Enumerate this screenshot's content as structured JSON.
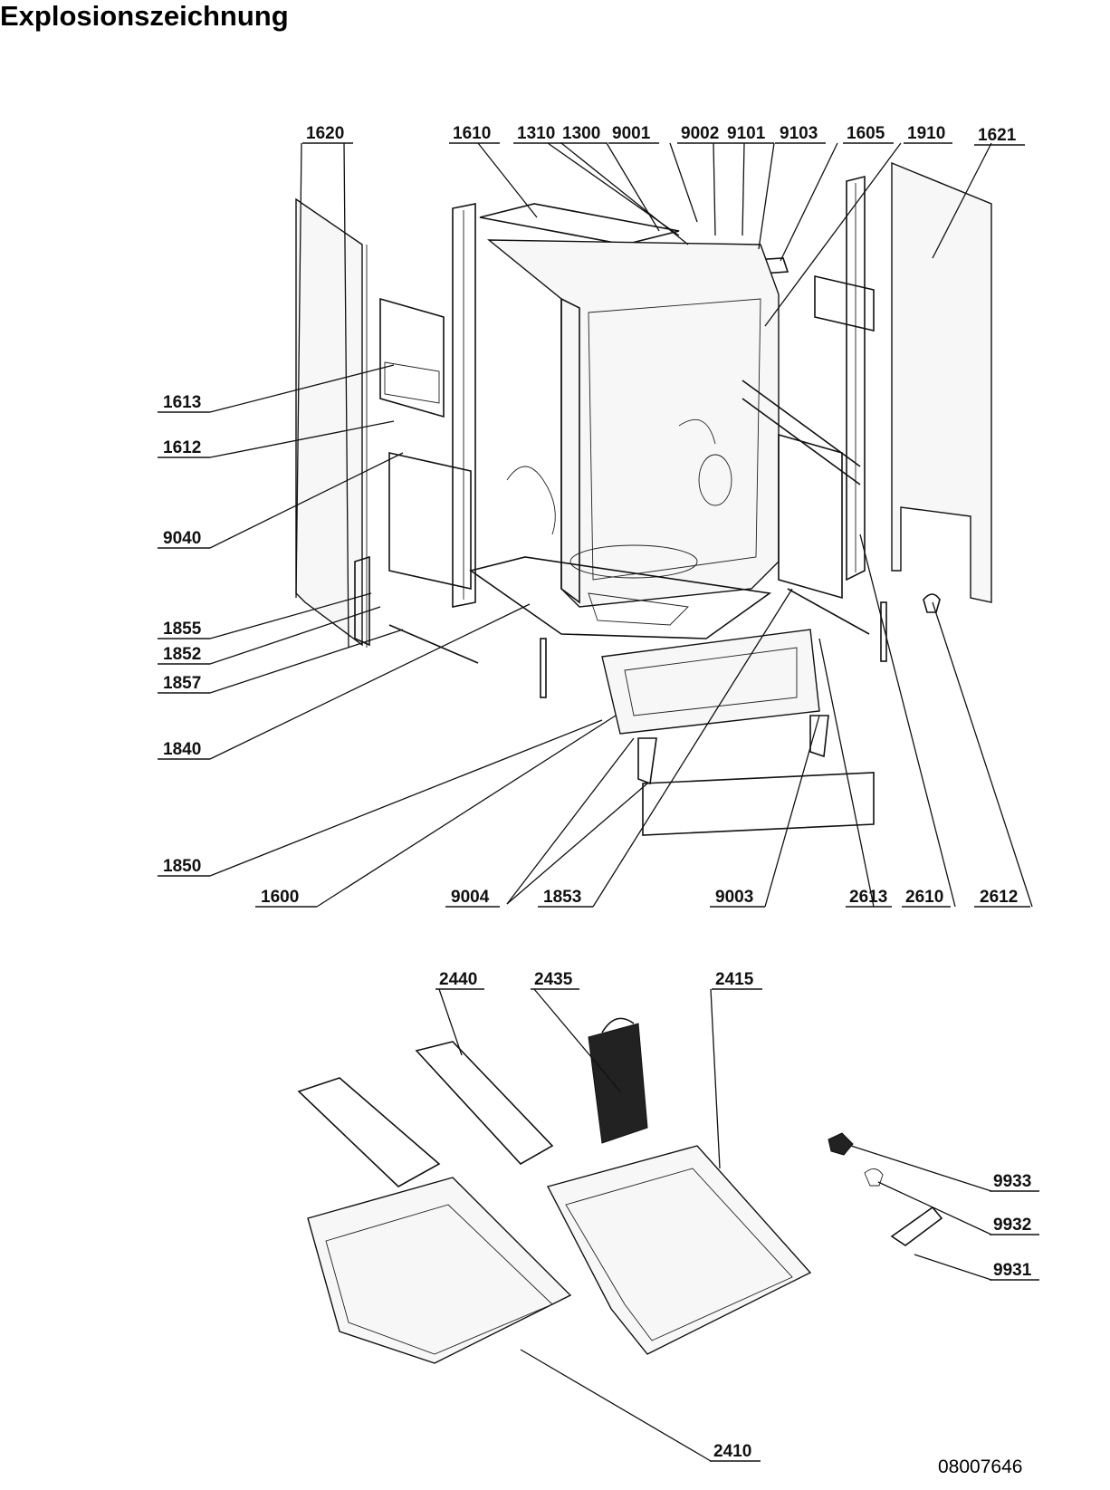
{
  "title": "Explosionszeichnung",
  "document_number": "08007646",
  "upper_assembly": {
    "callouts": [
      "1620",
      "1610",
      "1310",
      "1300",
      "9001",
      "9002",
      "9101",
      "9103",
      "1605",
      "1910",
      "1621",
      "1613",
      "1612",
      "9040",
      "1855",
      "1852",
      "1857",
      "1840",
      "1850",
      "1600",
      "9004",
      "1853",
      "9003",
      "2613",
      "2610",
      "2612"
    ]
  },
  "lower_assembly": {
    "callouts": [
      "2440",
      "2435",
      "2415",
      "9933",
      "9932",
      "9931",
      "2410"
    ]
  }
}
